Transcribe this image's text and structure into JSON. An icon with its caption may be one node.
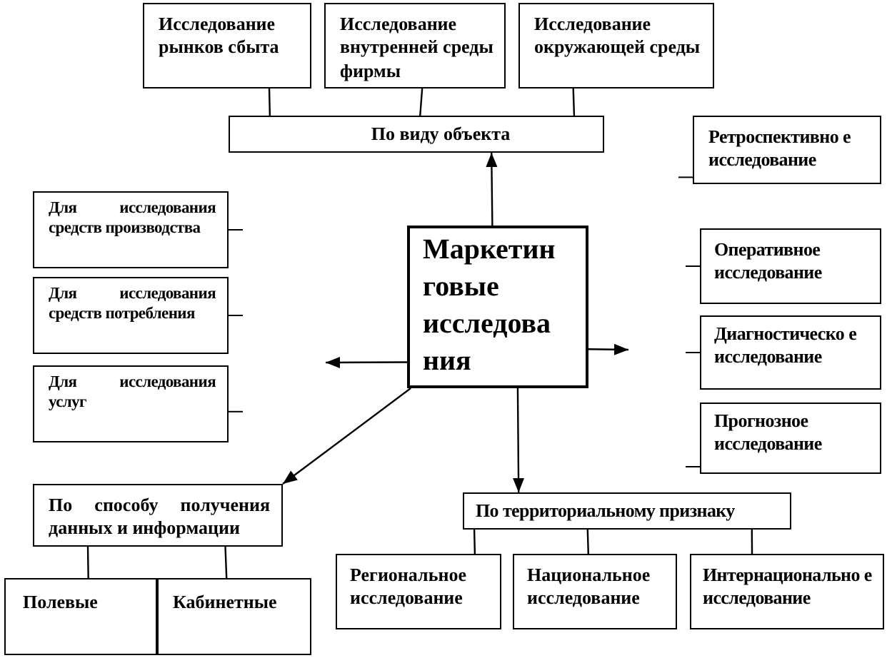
{
  "diagram": {
    "nodes": [
      {
        "text": [
          "Исследование рынков сбыта"
        ]
      },
      {
        "text": [
          "Исследование внутренней среды фирмы"
        ]
      },
      {
        "text": [
          "Исследование окружающей среды"
        ]
      },
      {
        "text": [
          "По виду объекта"
        ]
      },
      {
        "text": [
          "Ретроспективно е исследование"
        ]
      },
      {
        "text": [
          "Для исследования средств производства"
        ]
      },
      {
        "text": [
          "Для исследования средств потребления"
        ]
      },
      {
        "text": [
          "Для исследования услуг"
        ]
      },
      {
        "text": [
          "Маркетин говые исследова ния"
        ]
      },
      {
        "text": [
          "Оперативное исследование"
        ]
      },
      {
        "text": [
          "Диагностическо е исследование"
        ]
      },
      {
        "text": [
          "Прогнозное исследование"
        ]
      },
      {
        "text": [
          "По способу получения данных и информации"
        ]
      },
      {
        "text": [
          "Полевые"
        ]
      },
      {
        "text": [
          "Кабинетные"
        ]
      },
      {
        "text": [
          "По территориальному признаку"
        ]
      },
      {
        "text": [
          "Региональное исследование"
        ]
      },
      {
        "text": [
          "Национальное исследование"
        ]
      },
      {
        "text": [
          "Интернационально е исследование"
        ]
      }
    ],
    "edges": [
      {
        "from": 8,
        "to": 3,
        "arrow": "to"
      },
      {
        "from": 3,
        "to": 0,
        "arrow": "none"
      },
      {
        "from": 3,
        "to": 1,
        "arrow": "none"
      },
      {
        "from": 3,
        "to": 2,
        "arrow": "none"
      },
      {
        "from": 8,
        "to": null,
        "arrow": "to"
      },
      {
        "from": 8,
        "to": null,
        "arrow": "to"
      },
      {
        "from": 8,
        "to": 12,
        "arrow": "to"
      },
      {
        "from": 8,
        "to": 15,
        "arrow": "to"
      },
      {
        "from": 12,
        "to": 13,
        "arrow": "none"
      },
      {
        "from": 12,
        "to": 14,
        "arrow": "none"
      },
      {
        "from": 15,
        "to": 16,
        "arrow": "none"
      },
      {
        "from": 15,
        "to": 17,
        "arrow": "none"
      },
      {
        "from": 15,
        "to": 18,
        "arrow": "none"
      }
    ]
  }
}
